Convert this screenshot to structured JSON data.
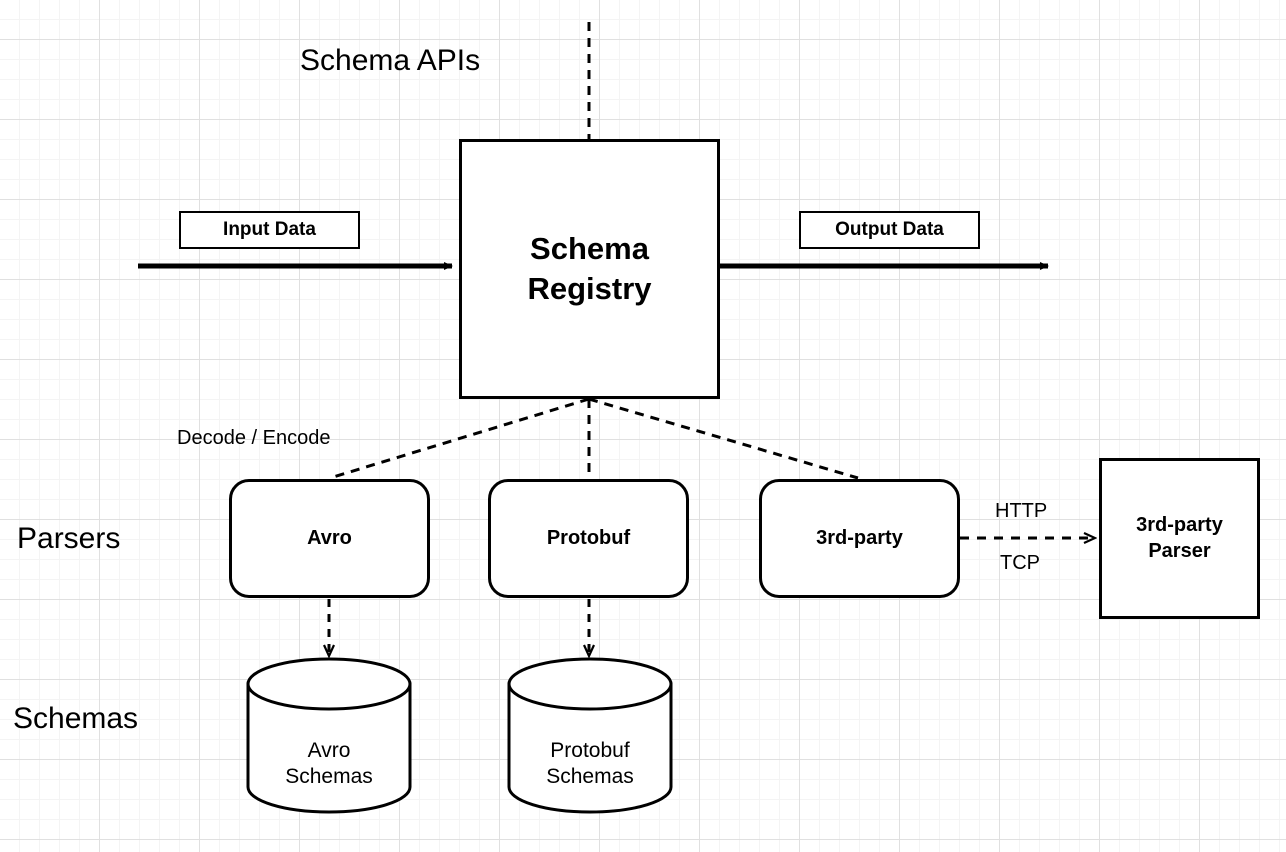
{
  "diagram": {
    "title_label": "Schema APIs",
    "section_labels": {
      "parsers": "Parsers",
      "schemas": "Schemas"
    },
    "edge_labels": {
      "decode_encode": "Decode / Encode",
      "http": "HTTP",
      "tcp": "TCP"
    },
    "nodes": {
      "schema_registry": "Schema\nRegistry",
      "avro": "Avro",
      "protobuf": "Protobuf",
      "third_party": "3rd-party",
      "third_party_parser": "3rd-party\nParser"
    },
    "tags": {
      "input_data": "Input Data",
      "output_data": "Output Data"
    },
    "datastores": {
      "avro_schemas": "Avro\nSchemas",
      "protobuf_schemas": "Protobuf\nSchemas"
    },
    "colors": {
      "stroke": "#000000",
      "fill": "#ffffff",
      "grid_minor": "#f4f4f4",
      "grid_major": "#e0e0e0"
    }
  }
}
